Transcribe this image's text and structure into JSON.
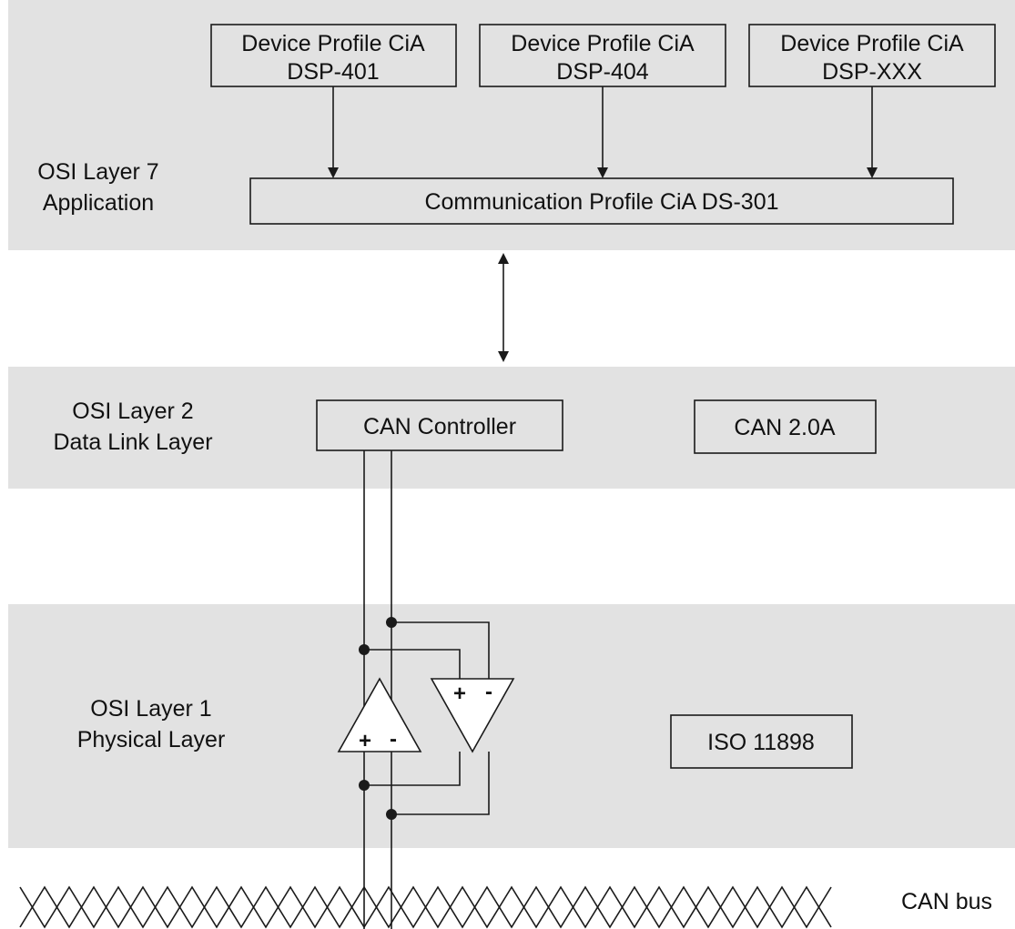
{
  "layers": {
    "application": {
      "line1": "OSI Layer 7",
      "line2": "Application"
    },
    "data_link": {
      "line1": "OSI Layer 2",
      "line2": "Data Link Layer"
    },
    "physical": {
      "line1": "OSI Layer 1",
      "line2": "Physical Layer"
    }
  },
  "device_profiles": [
    {
      "line1": "Device Profile CiA",
      "line2": "DSP-401"
    },
    {
      "line1": "Device Profile CiA",
      "line2": "DSP-404"
    },
    {
      "line1": "Device Profile CiA",
      "line2": "DSP-XXX"
    }
  ],
  "communication_profile": "Communication Profile CiA DS-301",
  "can_controller": "CAN Controller",
  "can_standard": "CAN 2.0A",
  "iso_standard": "ISO 11898",
  "transceiver_signs": {
    "plus": "+",
    "minus": "-"
  },
  "bus_label": "CAN bus",
  "colors": {
    "band": "#e2e2e2",
    "line": "#1a1a1a",
    "text": "#111111"
  }
}
